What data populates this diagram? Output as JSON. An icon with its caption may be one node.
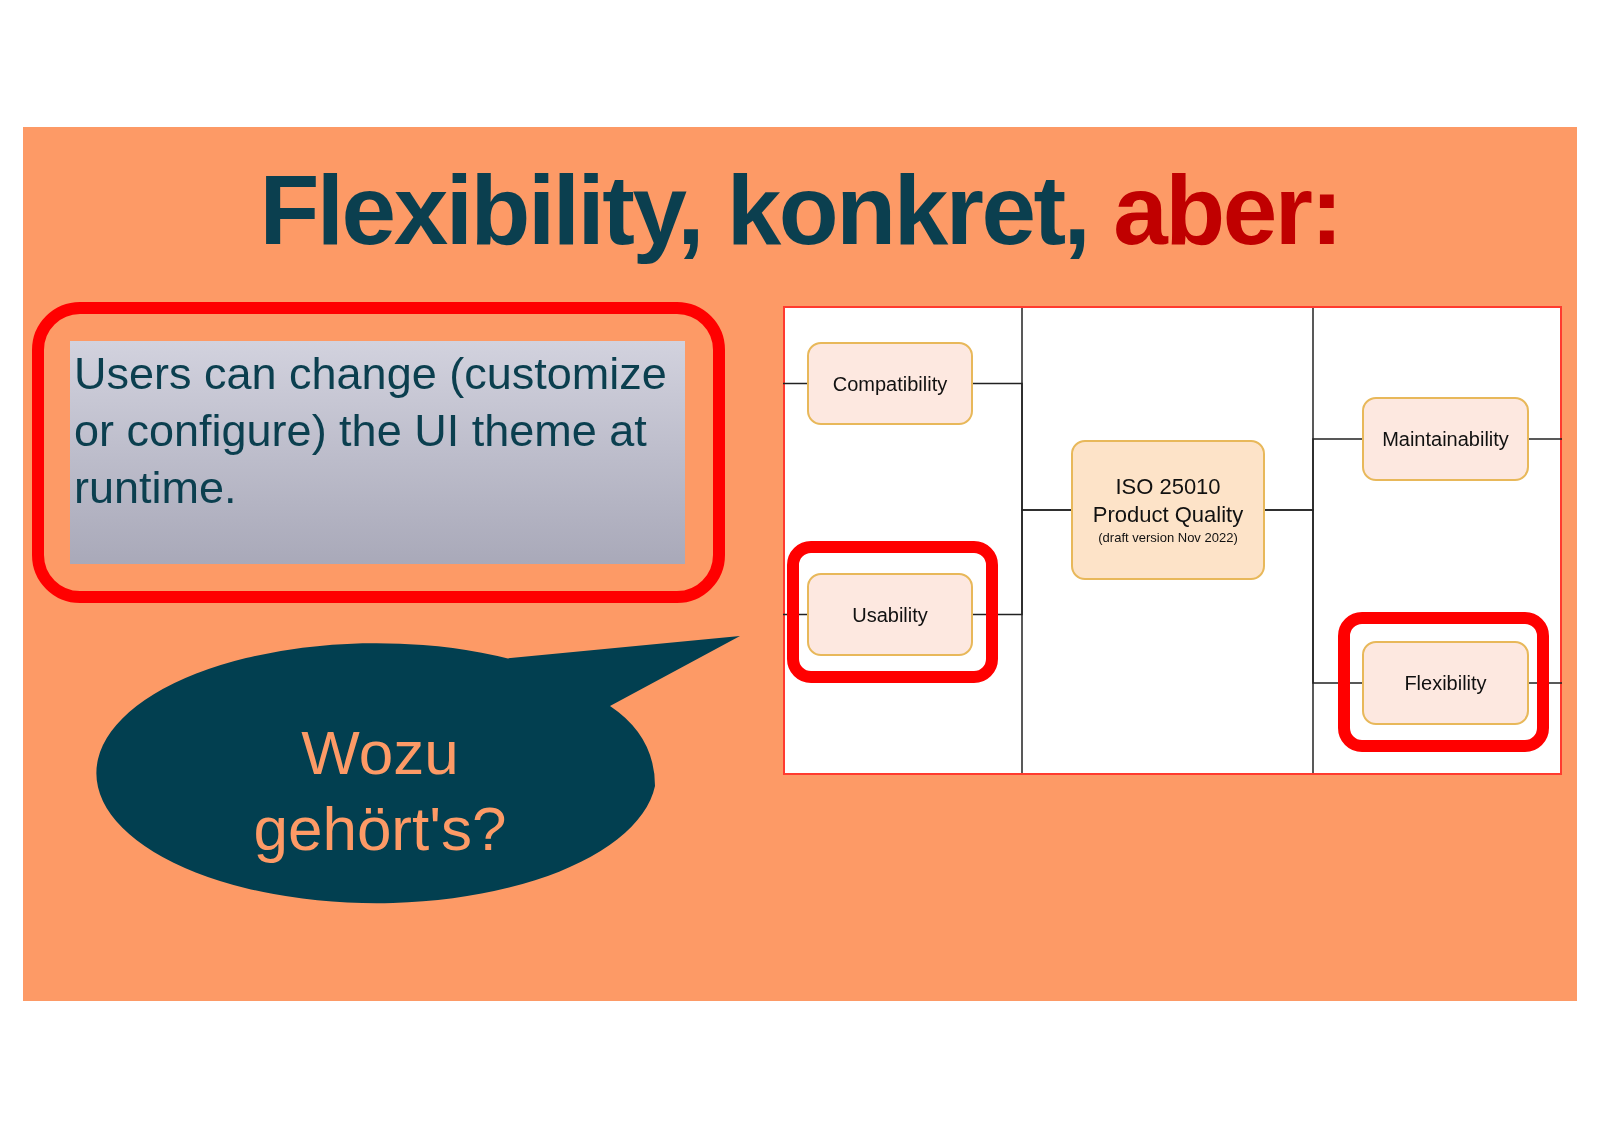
{
  "diagram": {
    "title": "Flexibility, konkret, **aber:**",
    "nodes": [
      {
        "text": [
          "Users can change (customize or configure) the UI theme at runtime."
        ]
      },
      {
        "text": [
          "Wozu gehört's?"
        ]
      },
      {
        "text": [
          "Compatibility"
        ]
      },
      {
        "text": [
          "Maintainability"
        ]
      },
      {
        "text": [
          "ISO 25010 Product Quality",
          "(draft version Nov 2022)"
        ]
      },
      {
        "text": [
          "Usability"
        ]
      },
      {
        "text": [
          "Flexibility"
        ]
      }
    ],
    "edges": [
      {
        "from": 4,
        "to": 2,
        "arrow": "none"
      },
      {
        "from": 4,
        "to": 5,
        "arrow": "none"
      },
      {
        "from": 4,
        "to": 3,
        "arrow": "none"
      },
      {
        "from": 4,
        "to": 6,
        "arrow": "none"
      },
      {
        "from": 2,
        "to": null,
        "arrow": "none"
      },
      {
        "from": 5,
        "to": null,
        "arrow": "none"
      },
      {
        "from": 3,
        "to": null,
        "arrow": "none"
      },
      {
        "from": 6,
        "to": null,
        "arrow": "none"
      }
    ]
  }
}
